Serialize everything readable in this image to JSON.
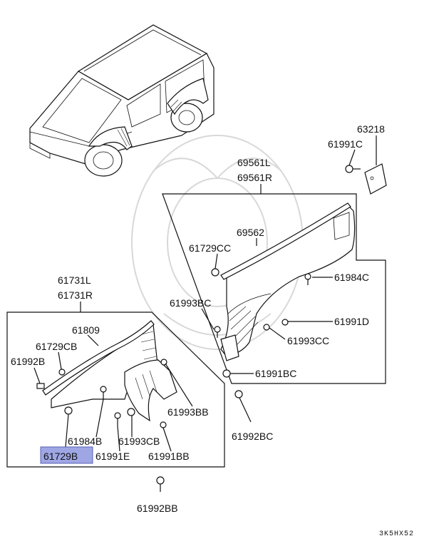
{
  "diagram": {
    "highlight_color": "#9fa6e4",
    "labels": {
      "p63218": "63218",
      "p61991C": "61991C",
      "p69561L": "69561L",
      "p69561R": "69561R",
      "p69562": "69562",
      "p61729CC": "61729CC",
      "p61984C": "61984C",
      "p61993BC": "61993BC",
      "p61991D": "61991D",
      "p61993CC": "61993CC",
      "p61991BC": "61991BC",
      "p61992BC": "61992BC",
      "p61731L": "61731L",
      "p61731R": "61731R",
      "p61809": "61809",
      "p61729CB": "61729CB",
      "p61992B": "61992B",
      "p61993BB": "61993BB",
      "p61984B": "61984B",
      "p61993CB": "61993CB",
      "p61729B": "61729B",
      "p61991E": "61991E",
      "p61991BB": "61991BB",
      "p61992BB": "61992BB"
    },
    "figure_code": "3K5HX52"
  }
}
